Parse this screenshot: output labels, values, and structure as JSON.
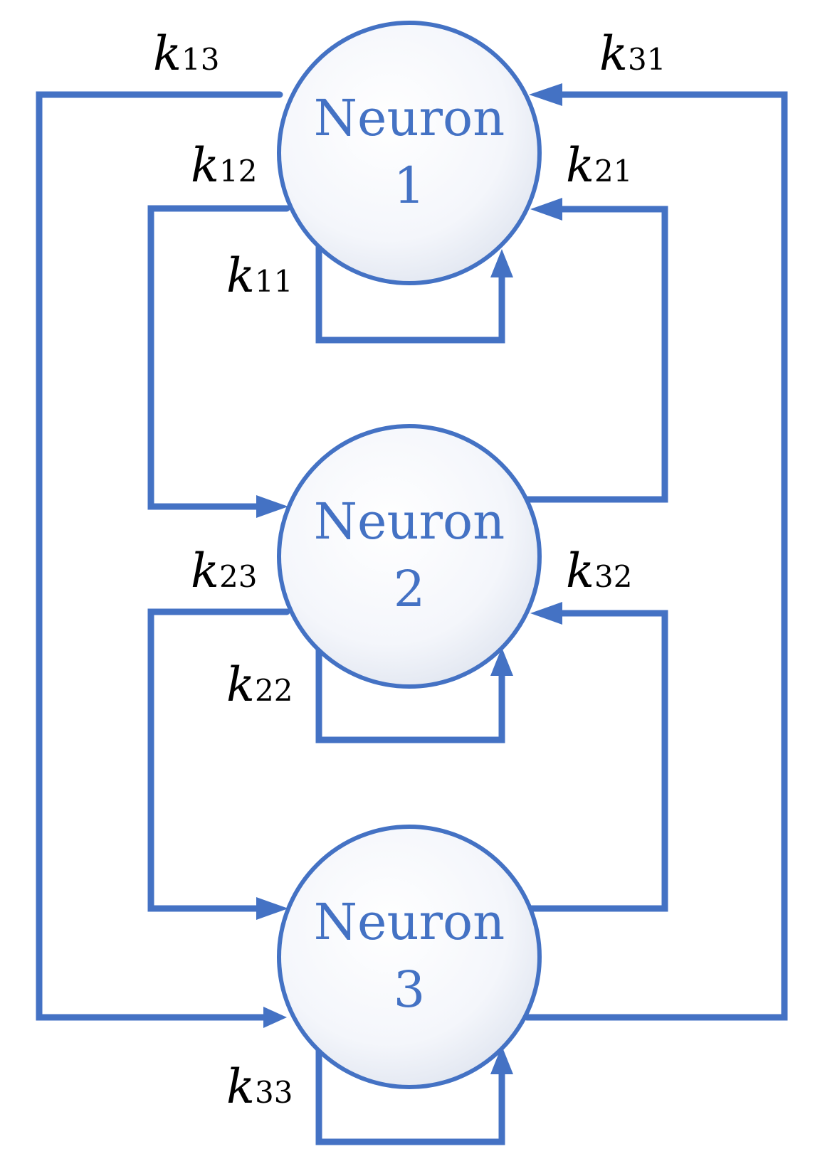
{
  "neurons": [
    {
      "name": "Neuron",
      "number": "1"
    },
    {
      "name": "Neuron",
      "number": "2"
    },
    {
      "name": "Neuron",
      "number": "3"
    }
  ],
  "weights": {
    "k13": {
      "letter": "k",
      "sub": "13"
    },
    "k31": {
      "letter": "k",
      "sub": "31"
    },
    "k12": {
      "letter": "k",
      "sub": "12"
    },
    "k21": {
      "letter": "k",
      "sub": "21"
    },
    "k11": {
      "letter": "k",
      "sub": "11"
    },
    "k23": {
      "letter": "k",
      "sub": "23"
    },
    "k32": {
      "letter": "k",
      "sub": "32"
    },
    "k22": {
      "letter": "k",
      "sub": "22"
    },
    "k33": {
      "letter": "k",
      "sub": "33"
    }
  },
  "colors": {
    "line": "#4472C4",
    "neuron_text": "#4472C4",
    "label_text": "#000000"
  }
}
